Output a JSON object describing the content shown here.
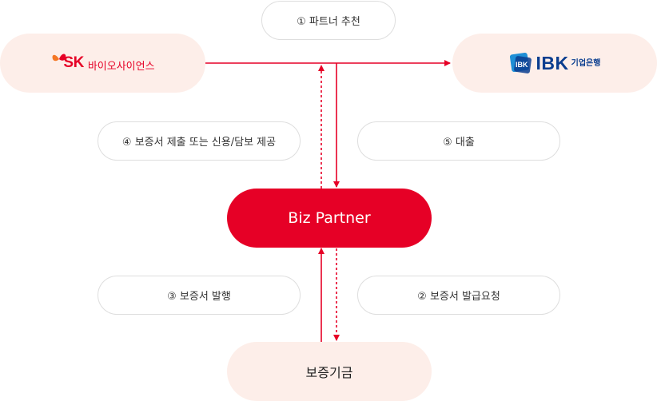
{
  "steps": {
    "partner_recommend": "① 파트너 추천",
    "guarantee_request": "② 보증서 발급요청",
    "guarantee_issue": "③ 보증서 발행",
    "submit_guarantee": "④ 보증서 제출 또는 신용/담보 제공",
    "loan": "⑤ 대출"
  },
  "nodes": {
    "sk_logo_mark": "SK",
    "sk_logo_name": "바이오사이언스",
    "ibk_logo_mark": "IBK",
    "ibk_logo_name": "기업은행",
    "biz_partner": "Biz Partner",
    "guarantee_fund": "보증기금"
  },
  "colors": {
    "accent_red": "#e60026",
    "party_bg": "#fdeee9",
    "ibk_blue": "#0a3d8f"
  }
}
